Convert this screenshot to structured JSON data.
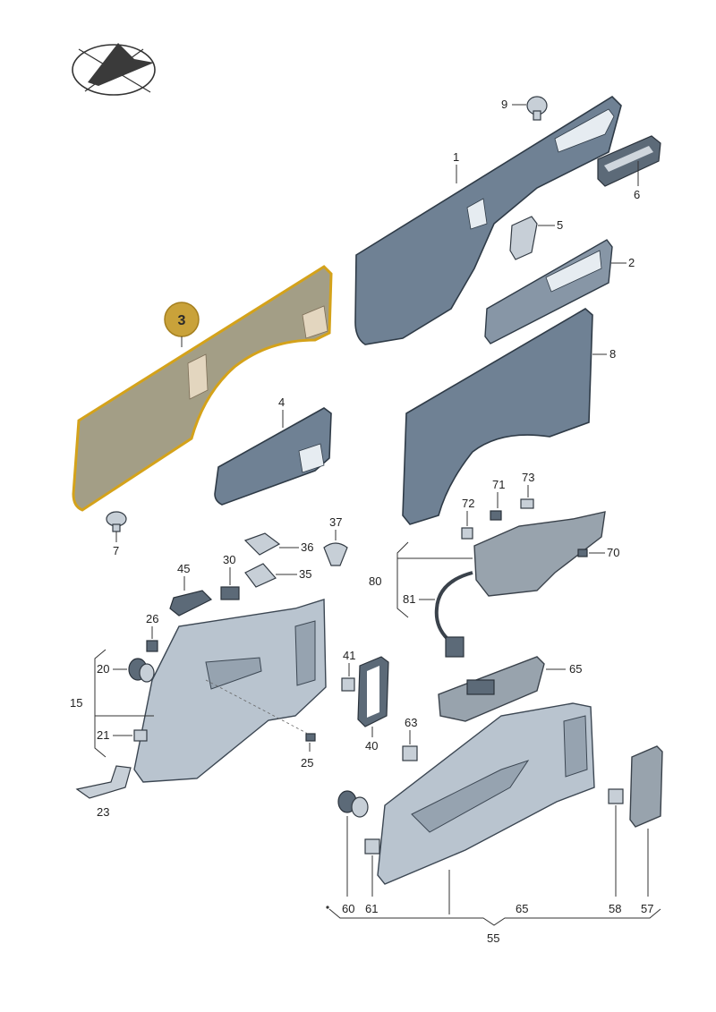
{
  "highlight_badge": {
    "label": "3",
    "color": "#c9a23a"
  },
  "callouts": {
    "c1": "1",
    "c2": "2",
    "c4": "4",
    "c5": "5",
    "c6": "6",
    "c7": "7",
    "c8": "8",
    "c9": "9",
    "c15": "15",
    "c20": "20",
    "c21": "21",
    "c23": "23",
    "c25": "25",
    "c26": "26",
    "c30": "30",
    "c35": "35",
    "c36": "36",
    "c37": "37",
    "c40": "40",
    "c41": "41",
    "c45": "45",
    "c55": "55",
    "c57": "57",
    "c58": "58",
    "c60": "60",
    "c61": "61",
    "c63": "63",
    "c65a": "65",
    "c65b": "65",
    "c70": "70",
    "c71": "71",
    "c72": "72",
    "c73": "73",
    "c80": "80",
    "c81": "81"
  },
  "colors": {
    "highlight_outline": "#d4a21a",
    "panel": "#6f8194"
  },
  "icons": {
    "logo": "plane-in-ellipse-icon"
  }
}
